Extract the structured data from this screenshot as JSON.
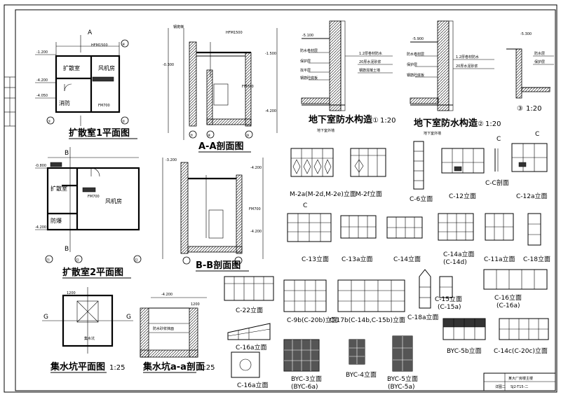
{
  "sheet": {
    "title_block_project": "某大厂房楼主楼",
    "title_block_sheet": "详图二"
  },
  "titles": {
    "plan1": "扩散室1平面图",
    "section_aa": "A-A剖面图",
    "plan2": "扩散室2平面图",
    "section_bb": "B-B剖面图",
    "wp1": "地下室防水构造",
    "wp1_num": "①",
    "wp1_scale": "1:20",
    "wp2": "地下室防水构造",
    "wp2_num": "②",
    "wp2_scale": "1:20",
    "wp3_num": "③",
    "wp3_scale": "1:20",
    "wp1_sub": "地下室外墙",
    "wp2_sub": "地下室外墙",
    "sump_plan": "集水坑平面图",
    "sump_plan_scale": "1:25",
    "sump_sec": "集水坑a-a剖面",
    "sump_sec_scale": "1:25"
  },
  "labels": {
    "room_diffuse": "扩散室",
    "room_fan": "风机房",
    "room_fire": "消防",
    "room_explosion": "防爆",
    "sump_note": "集水坑",
    "grid_a": "A",
    "grid_b": "B",
    "grid_c": "C",
    "grid_g": "G",
    "grid_g2": "G",
    "e1": "-1.200",
    "e2": "-4.200",
    "e3": "-4.050",
    "e4": "-4.200",
    "e5": "-0.300",
    "e6": "-1.500",
    "e7": "-5.100",
    "e8": "-5.900",
    "e9": "-5.300",
    "e10": "-4.200",
    "e11": "-0.800",
    "e12": "-4.200",
    "e13": "-3.200",
    "e14": "-4.200",
    "e15": "-4.200",
    "e16": "-4.200",
    "fm1": "FM700",
    "fm2": "FM700",
    "fm3": "FM700",
    "fm4": "FM700",
    "door1": "HFM1500",
    "door2": "FM700",
    "door3": "FM700",
    "d1": "1200",
    "d2": "1200",
    "g1": "①",
    "g2": "②",
    "g3": "④",
    "g4": "⑤",
    "g5": "⑦",
    "g6": "⑧",
    "g7": "⑩",
    "g8": "⑪",
    "g9": "⑫",
    "g10": "⑫"
  },
  "elevations": [
    {
      "id": "m2a",
      "label": "M-2a(M-2d,M-2e)立面"
    },
    {
      "id": "m2f",
      "label": "M-2f立面"
    },
    {
      "id": "c6",
      "label": "C-6立面"
    },
    {
      "id": "c12",
      "label": "C-12立面"
    },
    {
      "id": "cc",
      "label": "C-C剖面"
    },
    {
      "id": "c12a",
      "label": "C-12a立面"
    },
    {
      "id": "c13",
      "label": "C-13立面"
    },
    {
      "id": "c13a",
      "label": "C-13a立面"
    },
    {
      "id": "c14",
      "label": "C-14立面"
    },
    {
      "id": "c14a",
      "label": "C-14a立面"
    },
    {
      "id": "c14a_sub",
      "label": "(C-14d)"
    },
    {
      "id": "c11a",
      "label": "C-11a立面"
    },
    {
      "id": "c18",
      "label": "C-18立面"
    },
    {
      "id": "c22",
      "label": "C-22立面"
    },
    {
      "id": "c9b",
      "label": "C-9b(C-20b)立面"
    },
    {
      "id": "c17b",
      "label": "C-17b(C-14b,C-15b)立面"
    },
    {
      "id": "c18a",
      "label": "C-18a立面"
    },
    {
      "id": "c15",
      "label": "C-15立面"
    },
    {
      "id": "c15_sub",
      "label": "(C-15a)"
    },
    {
      "id": "c16",
      "label": "C-16立面"
    },
    {
      "id": "c16_sub",
      "label": "(C-16a)"
    },
    {
      "id": "c16a",
      "label": "C-16a立面"
    },
    {
      "id": "byc5b",
      "label": "BYC-5b立面"
    },
    {
      "id": "c14c",
      "label": "C-14c(C-20c)立面"
    },
    {
      "id": "c16a2",
      "label": "C-16a立面"
    },
    {
      "id": "byc3",
      "label": "BYC-3立面"
    },
    {
      "id": "byc3_sub",
      "label": "(BYC-6a)"
    },
    {
      "id": "byc4",
      "label": "BYC-4立面"
    },
    {
      "id": "byc5",
      "label": "BYC-5立面"
    },
    {
      "id": "byc5_sub",
      "label": "(BYC-5a)"
    }
  ],
  "icons": [
    "section-cut-marker",
    "grid-axis-bubble",
    "elevation-marker"
  ]
}
